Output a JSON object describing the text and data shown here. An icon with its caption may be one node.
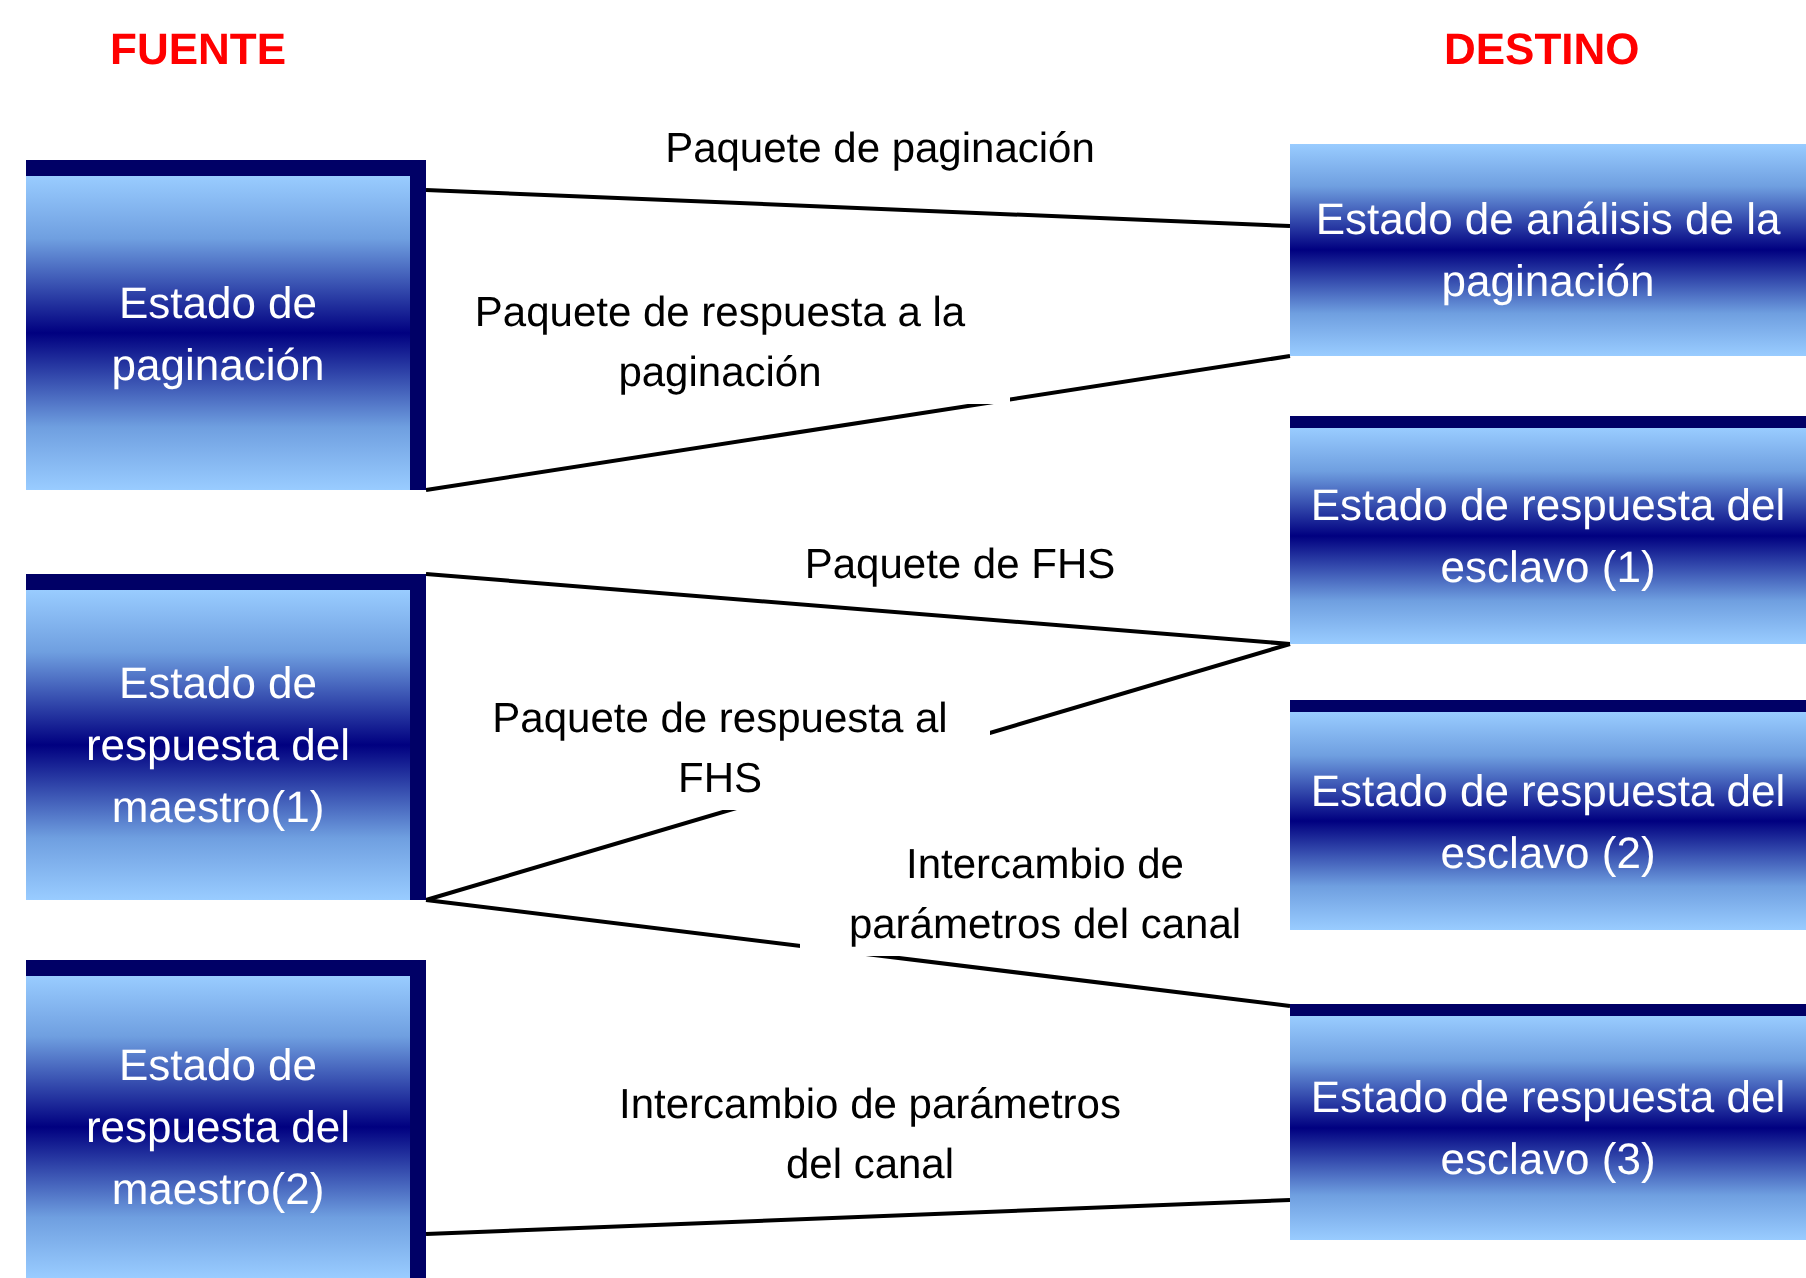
{
  "diagram": {
    "nodes": [
      {
        "text": [
          "Estado de paginación"
        ]
      },
      {
        "text": [
          "Estado de respuesta del maestro(1)"
        ]
      },
      {
        "text": [
          "Estado de respuesta del maestro(2)"
        ]
      },
      {
        "text": [
          "Estado de análisis de la paginación"
        ]
      },
      {
        "text": [
          "Estado de respuesta del esclavo (1)"
        ]
      },
      {
        "text": [
          "Estado de respuesta del esclavo (2)"
        ]
      },
      {
        "text": [
          "Estado de respuesta del esclavo (3)"
        ]
      }
    ],
    "edges": [
      {
        "from": 0,
        "to": 3,
        "arrow": "none",
        "label": "Paquete de paginación"
      },
      {
        "from": 3,
        "to": 0,
        "arrow": "none",
        "label": "Paquete de respuesta a la paginación"
      },
      {
        "from": 1,
        "to": 4,
        "arrow": "none",
        "label": "Paquete de FHS"
      },
      {
        "from": 4,
        "to": 1,
        "arrow": "none",
        "label": "Paquete de respuesta al FHS"
      },
      {
        "from": 1,
        "to": 6,
        "arrow": "none",
        "label": "Intercambio de parámetros del canal"
      },
      {
        "from": 2,
        "to": 6,
        "arrow": "none",
        "label": "Intercambio de parámetros del canal"
      }
    ],
    "labels": [
      "FUENTE",
      "DESTINO"
    ]
  }
}
